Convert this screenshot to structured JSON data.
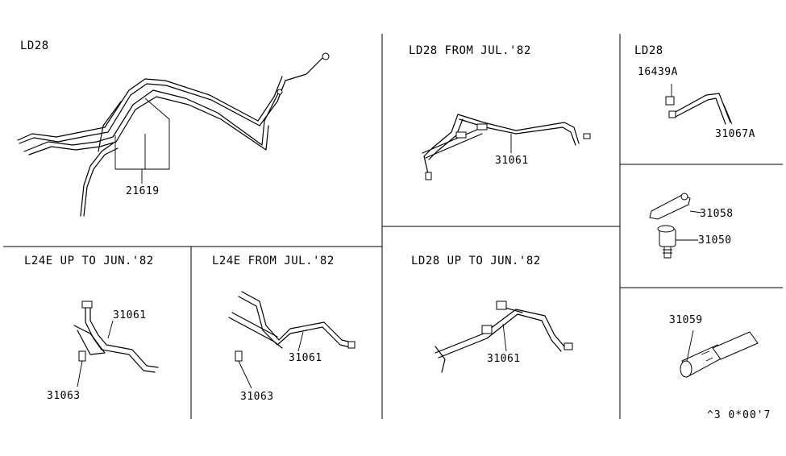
{
  "panels": {
    "ld28_main": {
      "title": "LD28",
      "part": "21619"
    },
    "ld28_from_jul82": {
      "title": "LD28 FROM JUL.'82",
      "part": "31061"
    },
    "ld28_right": {
      "title": "LD28",
      "part_a": "16439A",
      "part_b": "31067A"
    },
    "clip_panel": {
      "part_a": "31058",
      "part_b": "31050"
    },
    "l24e_up_to_jun82": {
      "title": "L24E UP TO JUN.'82",
      "part_a": "31061",
      "part_b": "31063"
    },
    "l24e_from_jul82": {
      "title": "L24E FROM JUL.'82",
      "part_a": "31061",
      "part_b": "31063"
    },
    "ld28_up_to_jun82": {
      "title": "LD28 UP TO JUN.'82",
      "part": "31061"
    },
    "filter_panel": {
      "part": "31059"
    }
  },
  "diagram_code": "^3 0*00'7"
}
